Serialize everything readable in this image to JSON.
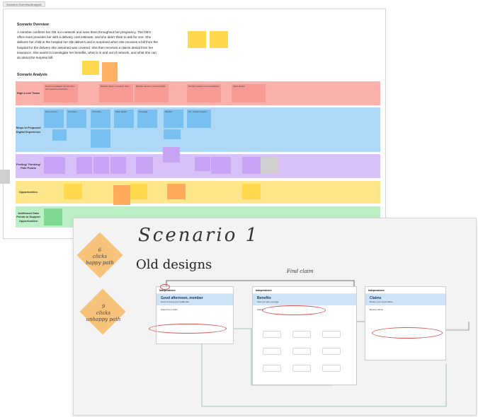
{
  "frame_tag": "Scenario Overview/Analysis",
  "overview": {
    "title": "Scenario Overview",
    "text": "A member confirms her OB is in-network and sees them throughout her pregnancy. The OB's office even provides her with a delivery cost estimate, and she didn't think to ask for one. She delivers her child in the hospital her OB delivers and is surprised when she receives a bill from the hospital for the delivery she assumed was covered. She then receives a claims denial from her insurance. She wants to investigate her benefits, what is in and out of network, and what she can do about the surprise bill."
  },
  "analysis_title": "Scenario Analysis",
  "rows": [
    {
      "label": "High-Level Tasks"
    },
    {
      "label": "Steps in Proposed Digital Experience"
    },
    {
      "label": "Feeling/ Thinking/ Pain Points"
    },
    {
      "label": "Opportunities"
    },
    {
      "label": "Additional Data Points to Support Opportunities"
    }
  ],
  "tasks": [
    "Need to investigate why the bill is not covered by insurance",
    "Member wants to research claim",
    "Member needs to review benefits",
    "Member reviews recommendations",
    "Claim appeal"
  ],
  "steps": [
    "Home screen",
    "Find claim",
    "Find claim",
    "Claim details",
    "Coverage",
    "Benefits",
    "Find doctor",
    "Contact support"
  ],
  "scenario": {
    "title": "Scenario 1",
    "subtitle": "Old designs",
    "find_claim": "Find claim",
    "happy": {
      "count": "6",
      "unit": "clicks",
      "label": "happy path"
    },
    "unhappy": {
      "count": "9",
      "unit": "clicks",
      "label": "unhappy path"
    }
  },
  "screens": [
    {
      "logo": "Independence",
      "title": "Good afternoon, member",
      "sub": "Here's a look at your health plan",
      "body": "Search for a claim"
    },
    {
      "logo": "Independence",
      "title": "Benefits",
      "sub": "View your plan coverage",
      "body": "Claims"
    },
    {
      "logo": "Independence",
      "title": "Claims",
      "sub": "Review your recent claims",
      "body": "Recent claims"
    }
  ]
}
